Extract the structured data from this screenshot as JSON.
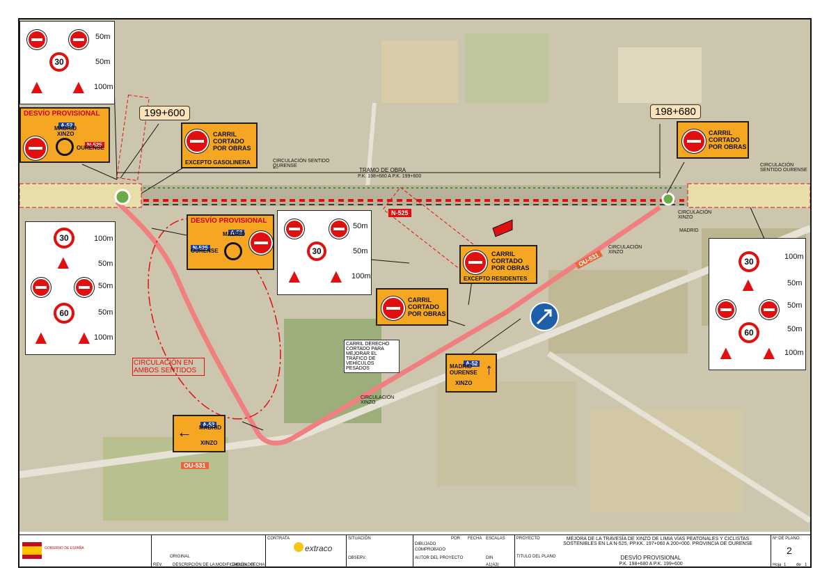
{
  "pk_marks": {
    "left": "199+600",
    "right": "198+680"
  },
  "desvio": {
    "top_left": {
      "title": "DESVÍO PROVISIONAL",
      "road_top": "A-52",
      "dest_top": "MADRID",
      "dest_top2": "XINZO",
      "road_right": "N-525",
      "dest_right": "OURENSE"
    },
    "mid": {
      "title": "DESVÍO PROVISIONAL",
      "road_top": "A-52",
      "dest_top": "MADRID",
      "road_left": "N-525",
      "dest_left": "OURENSE"
    }
  },
  "carril_cortado": {
    "gasolinera": {
      "line1": "CARRIL",
      "line2": "CORTADO",
      "line3": "POR OBRAS",
      "foot": "EXCEPTO GASOLINERA"
    },
    "right_top": {
      "line1": "CARRIL",
      "line2": "CORTADO",
      "line3": "POR OBRAS"
    },
    "residentes": {
      "line1": "CARRIL",
      "line2": "CORTADO",
      "line3": "POR OBRAS",
      "foot": "EXCEPTO RESIDENTES"
    },
    "lower": {
      "line1": "CARRIL",
      "line2": "CORTADO",
      "line3": "POR OBRAS"
    }
  },
  "direction_signs": {
    "madrid_ourense_xinzo": {
      "road": "A-52",
      "l1": "MADRID",
      "l2": "OURENSE",
      "l3": "XINZO"
    },
    "madrid_xinzo": {
      "road": "A-52",
      "l1": "MADRID",
      "l2": "XINZO"
    }
  },
  "panels": {
    "top_left": {
      "d1": "50m",
      "d2": "50m",
      "d3": "100m",
      "speed": "30"
    },
    "left": {
      "d1": "100m",
      "d2": "50m",
      "d3": "50m",
      "d4": "50m",
      "d5": "100m",
      "speed1": "30",
      "speed2": "60"
    },
    "center": {
      "d1": "50m",
      "d2": "50m",
      "d3": "100m",
      "speed": "30"
    },
    "right": {
      "d1": "100m",
      "d2": "50m",
      "d3": "50m",
      "d4": "50m",
      "d5": "100m",
      "speed1": "30",
      "speed2": "60"
    }
  },
  "labels": {
    "tramo": "TRAMO DE  OBRA",
    "tramo_pk": "P.K. 198+680 A P.K. 199+600",
    "circ_ourense_left": "CIRCULACIÓN SENTIDO OURENSE",
    "circ_ourense_right": "CIRCULACIÓN SENTIDO OURENSE",
    "circ_xinzo": "CIRCULACIÓN XINZO",
    "circ_xinzo_madrid": "MADRID",
    "circ_xinzo2": "CIRCULACIÓN XINZO",
    "circ_xinzo3": "CIRCULACIÓN XINZO",
    "ambos": "CIRCULACIÓN EN AMBOS SENTIDOS",
    "carril_derecho": "CARRIL DERECHO CORTADO PARA MEJORAR EL TRÁFICO DE VEHÍCULOS PESADOS",
    "n525": "N-525",
    "ou531a": "OU-531",
    "ou531b": "OU-531"
  },
  "cartouche": {
    "contrata": "CONTRATA",
    "company": "extraco",
    "situacion": "SITUACIÓN",
    "dibujado": "DIBUJADO",
    "comprobado": "COMPROBADO",
    "por": "POR",
    "fecha": "FECHA",
    "escalas": "ESCALAS",
    "proyecto": "PROYECTO",
    "project_title": "MEJORA DE LA TRAVESÍA DE XINZO DE LIMIA VÍAS PEATONALES Y CICLISTAS SOSTENIBLES EN LA N-525, PP.KK. 197+060 A 200+000. PROVINCIA DE OURENSE",
    "n_plano_lbl": "Nº DE PLANO",
    "n_plano": "2",
    "titulo_lbl": "TITULO DEL PLANO",
    "titulo": "DESVÍO PROVISIONAL",
    "titulo2": "P.K.  198+680 A P.K. 199+600",
    "autor": "AUTOR DEL PROYECTO",
    "observ": "OBSERV.",
    "original": "ORIGINAL",
    "rev": "REV.",
    "descripcion": "DESCRIPCIÓN DE LA MODIFICACIÓN",
    "dibujado_col": "DIBUJADO",
    "fecha_col": "FECHA",
    "hoja": "Hoja",
    "hoja_n": "1",
    "de": "de",
    "de_n": "1",
    "din": "DIN",
    "a3": "A1(A3)",
    "ministry": "GOBIERNO DE ESPAÑA"
  }
}
